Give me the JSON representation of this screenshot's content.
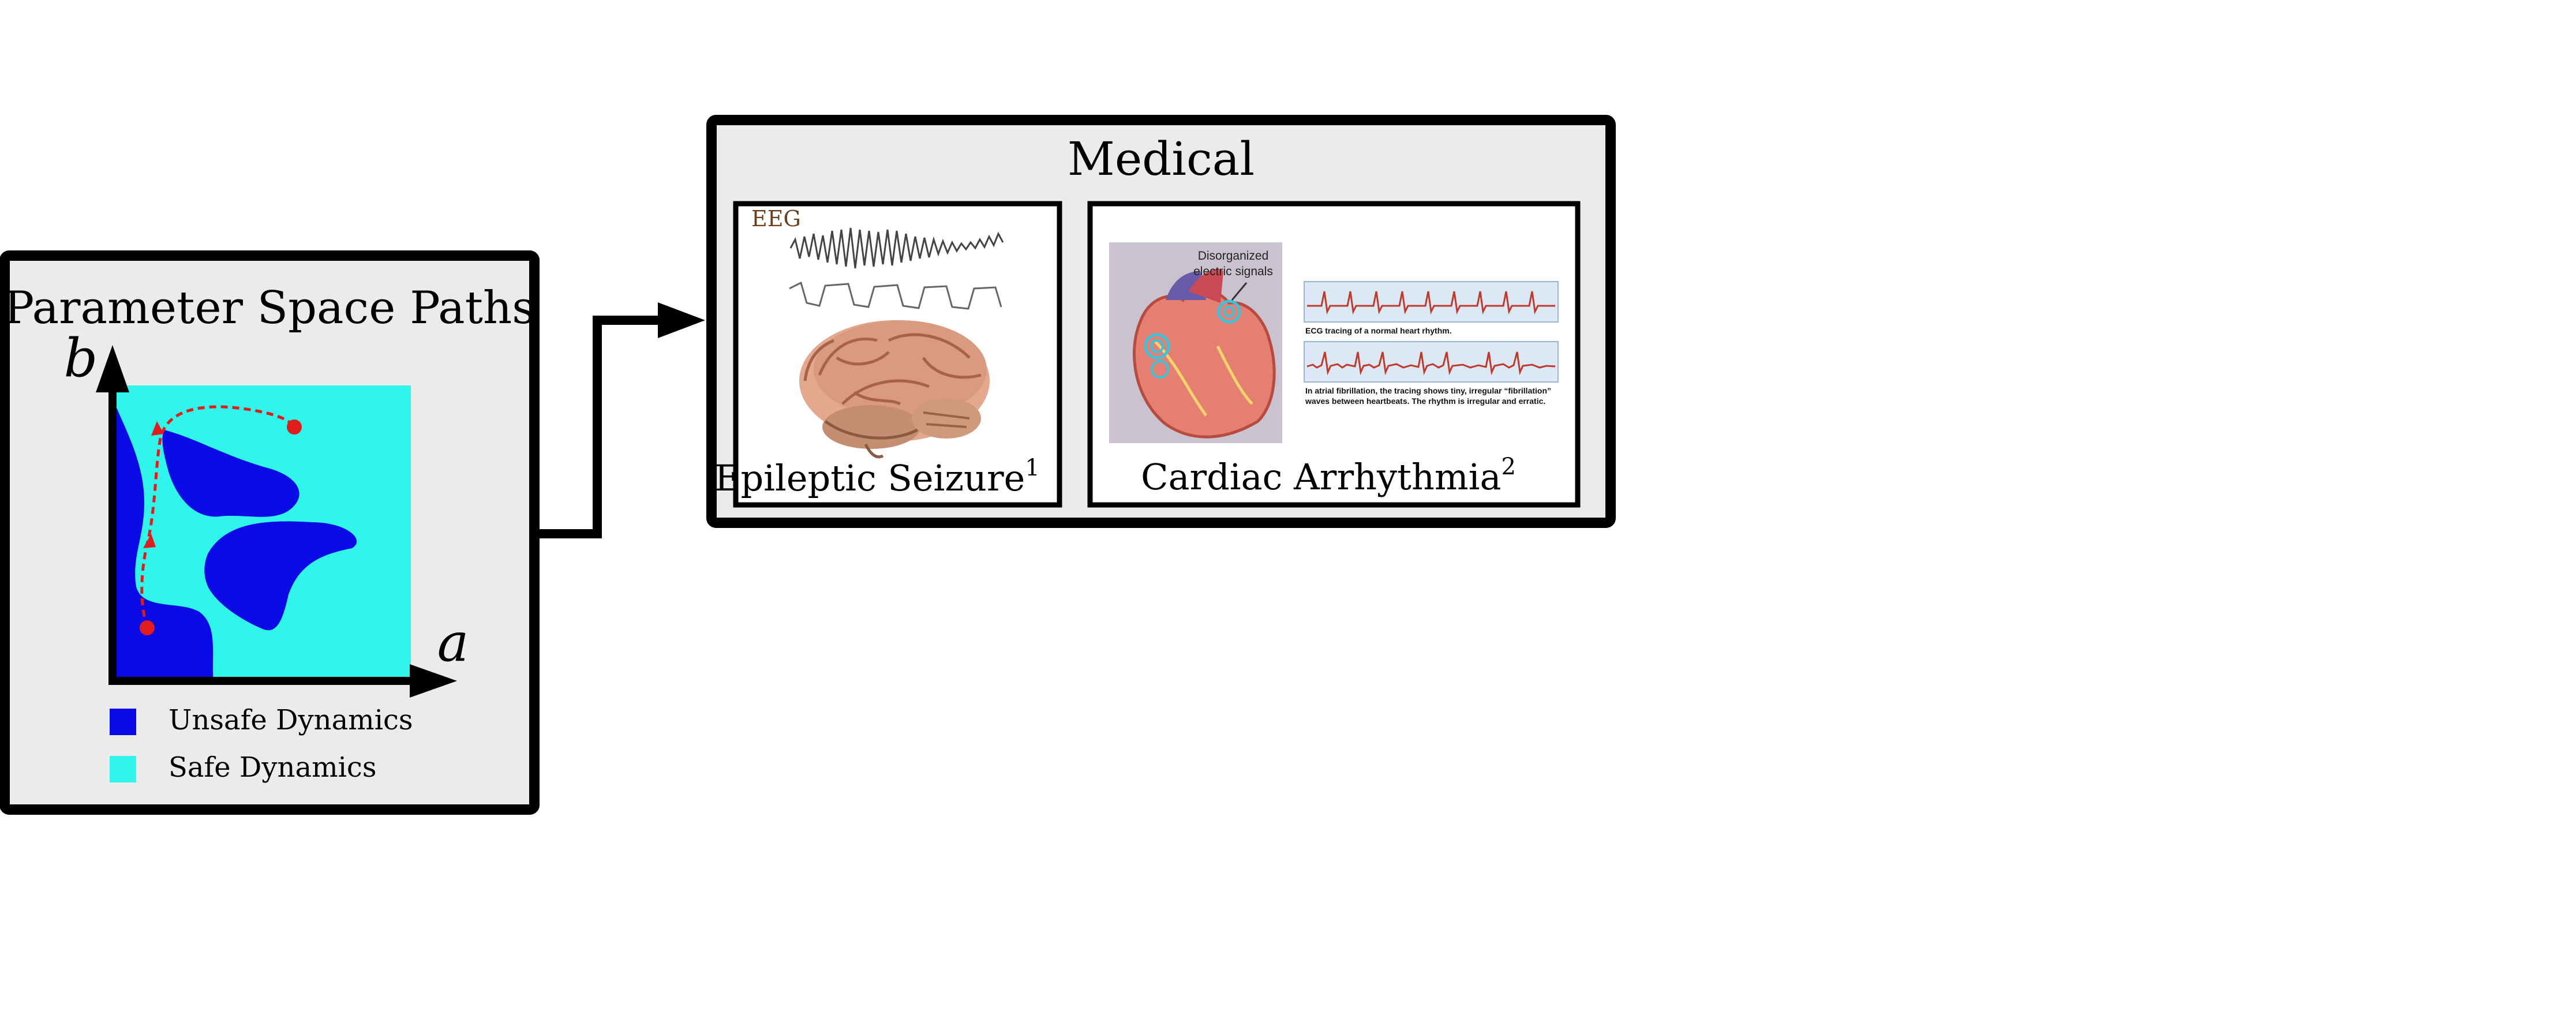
{
  "param_panel": {
    "title": "Parameter Space Paths",
    "axis_x": "a",
    "axis_y": "b",
    "legend": [
      {
        "label": "Unsafe Dynamics",
        "color": "#0a0ae6"
      },
      {
        "label": "Safe Dynamics",
        "color": "#2ff5ea"
      }
    ]
  },
  "medical_panel": {
    "title": "Medical",
    "epilepsy": {
      "caption": "Epileptic Seizure",
      "superscript": "1",
      "eeg_label": "EEG"
    },
    "cardiac": {
      "caption": "Cardiac Arrhythmia",
      "superscript": "2",
      "heart_label_line1": "Disorganized",
      "heart_label_line2": "electric signals",
      "normal_caption": "ECG tracing of a normal heart rhythm.",
      "afib_caption_line1": "In atrial fibrillation, the tracing shows tiny, irregular “fibrillation”",
      "afib_caption_line2": "waves between heartbeats. The rhythm is irregular and erratic."
    }
  },
  "colors": {
    "panel_bg": "#ebebeb",
    "unsafe": "#0a0ae6",
    "safe": "#2ff5ea",
    "path": "#e01c1c",
    "ecg_line": "#c0392b",
    "ecg_bg": "#dce8f5"
  }
}
